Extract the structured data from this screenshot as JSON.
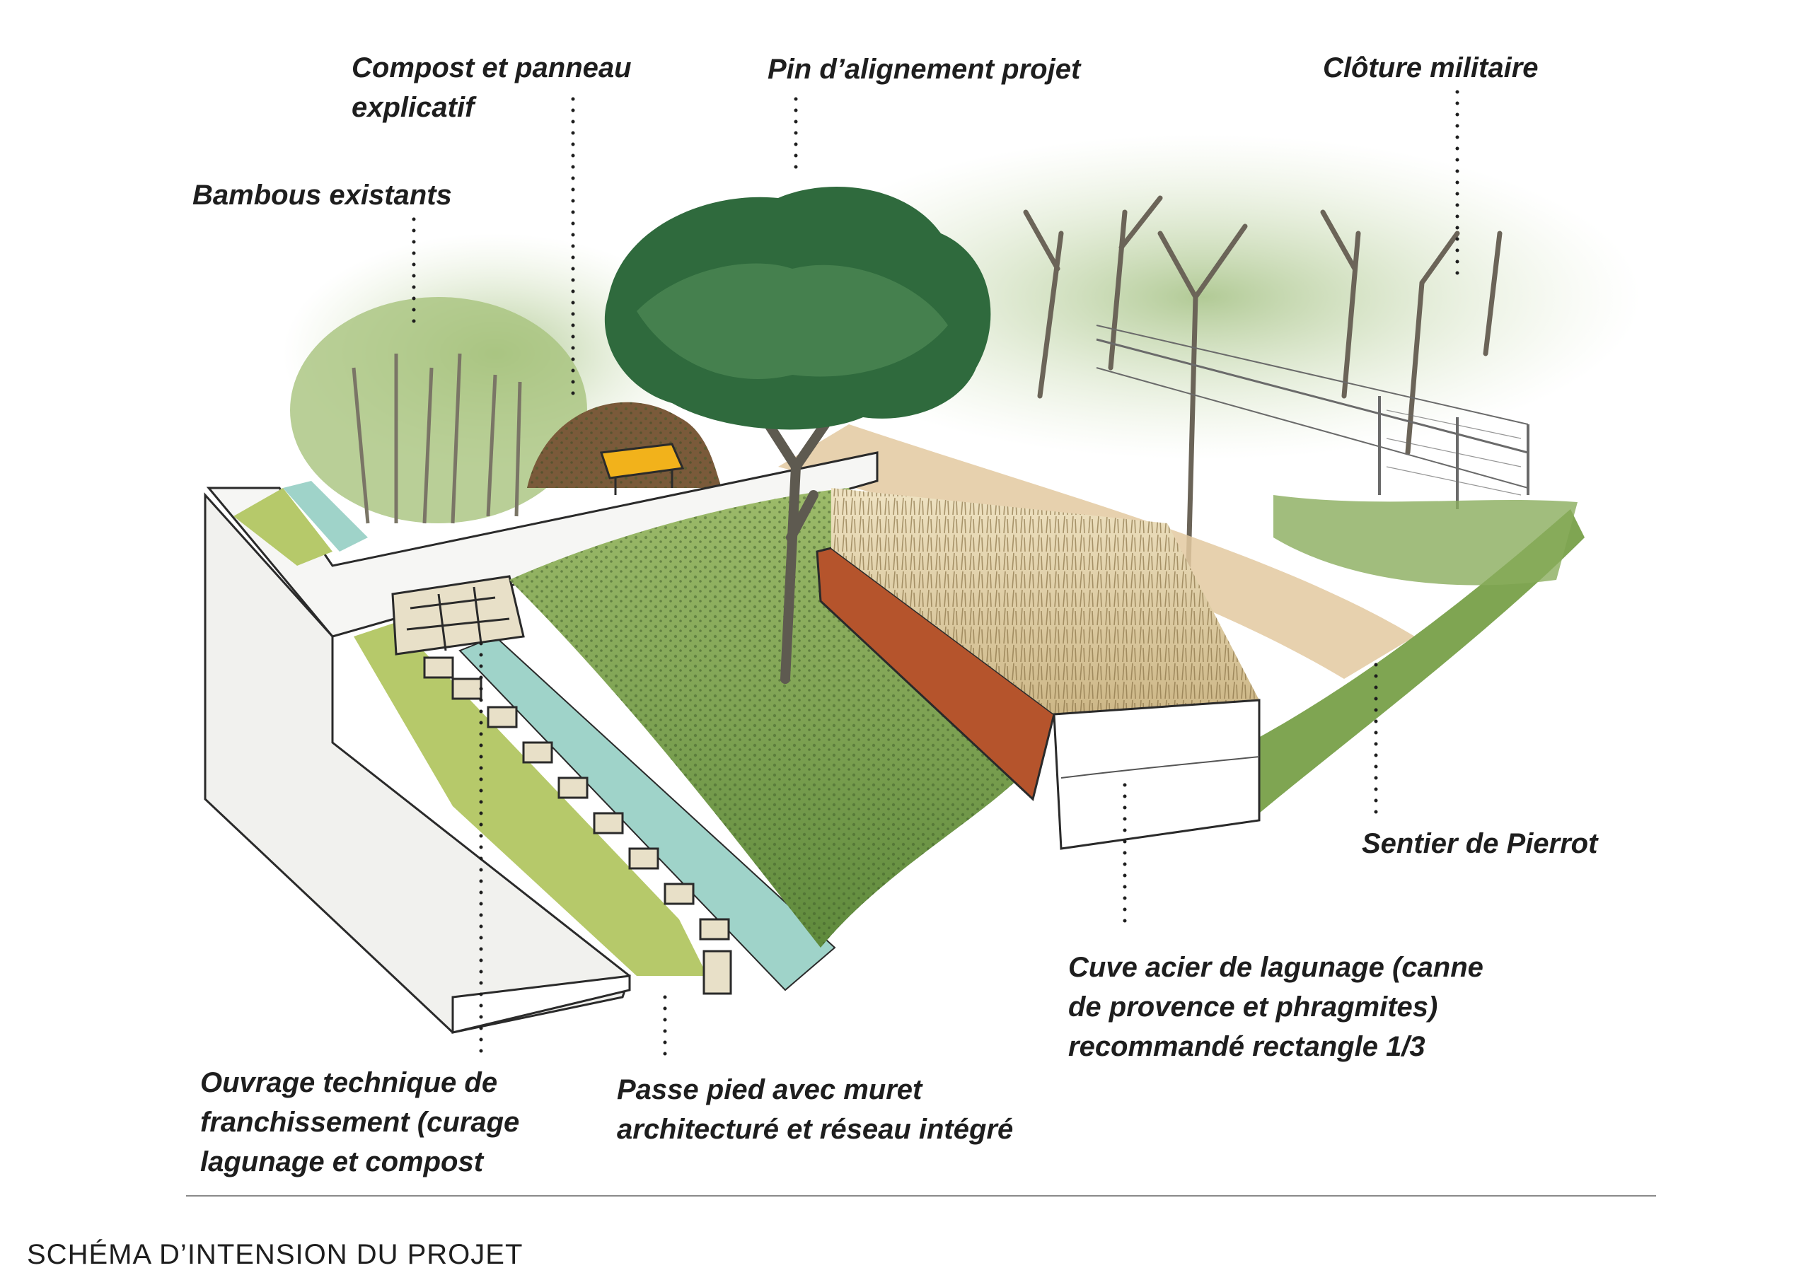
{
  "labels": {
    "compost": [
      "Compost et panneau",
      "explicatif"
    ],
    "pin": "Pin d’alignement projet",
    "cloture": "Clôture militaire",
    "bambous": "Bambous existants",
    "sentier": "Sentier de Pierrot",
    "cuve": [
      "Cuve acier de lagunage (canne",
      "de provence et phragmites)",
      "recommandé rectangle 1/3"
    ],
    "ouvrage": [
      "Ouvrage technique de",
      "franchissement (curage",
      "lagunage et compost"
    ],
    "passe": [
      "Passe pied avec muret",
      "architecturé et réseau intégré"
    ]
  },
  "footer": {
    "title": "SCHÉMA D’INTENSION DU PROJET"
  },
  "colors": {
    "water": "#9fd3c9",
    "foliage": "#6f9a4b",
    "pine_canopy": "#2f6a3d",
    "steel": "#b5542c",
    "sign": "#f2b21b",
    "path": "#e3c9a0",
    "grass_strip": "#b6c96a"
  }
}
